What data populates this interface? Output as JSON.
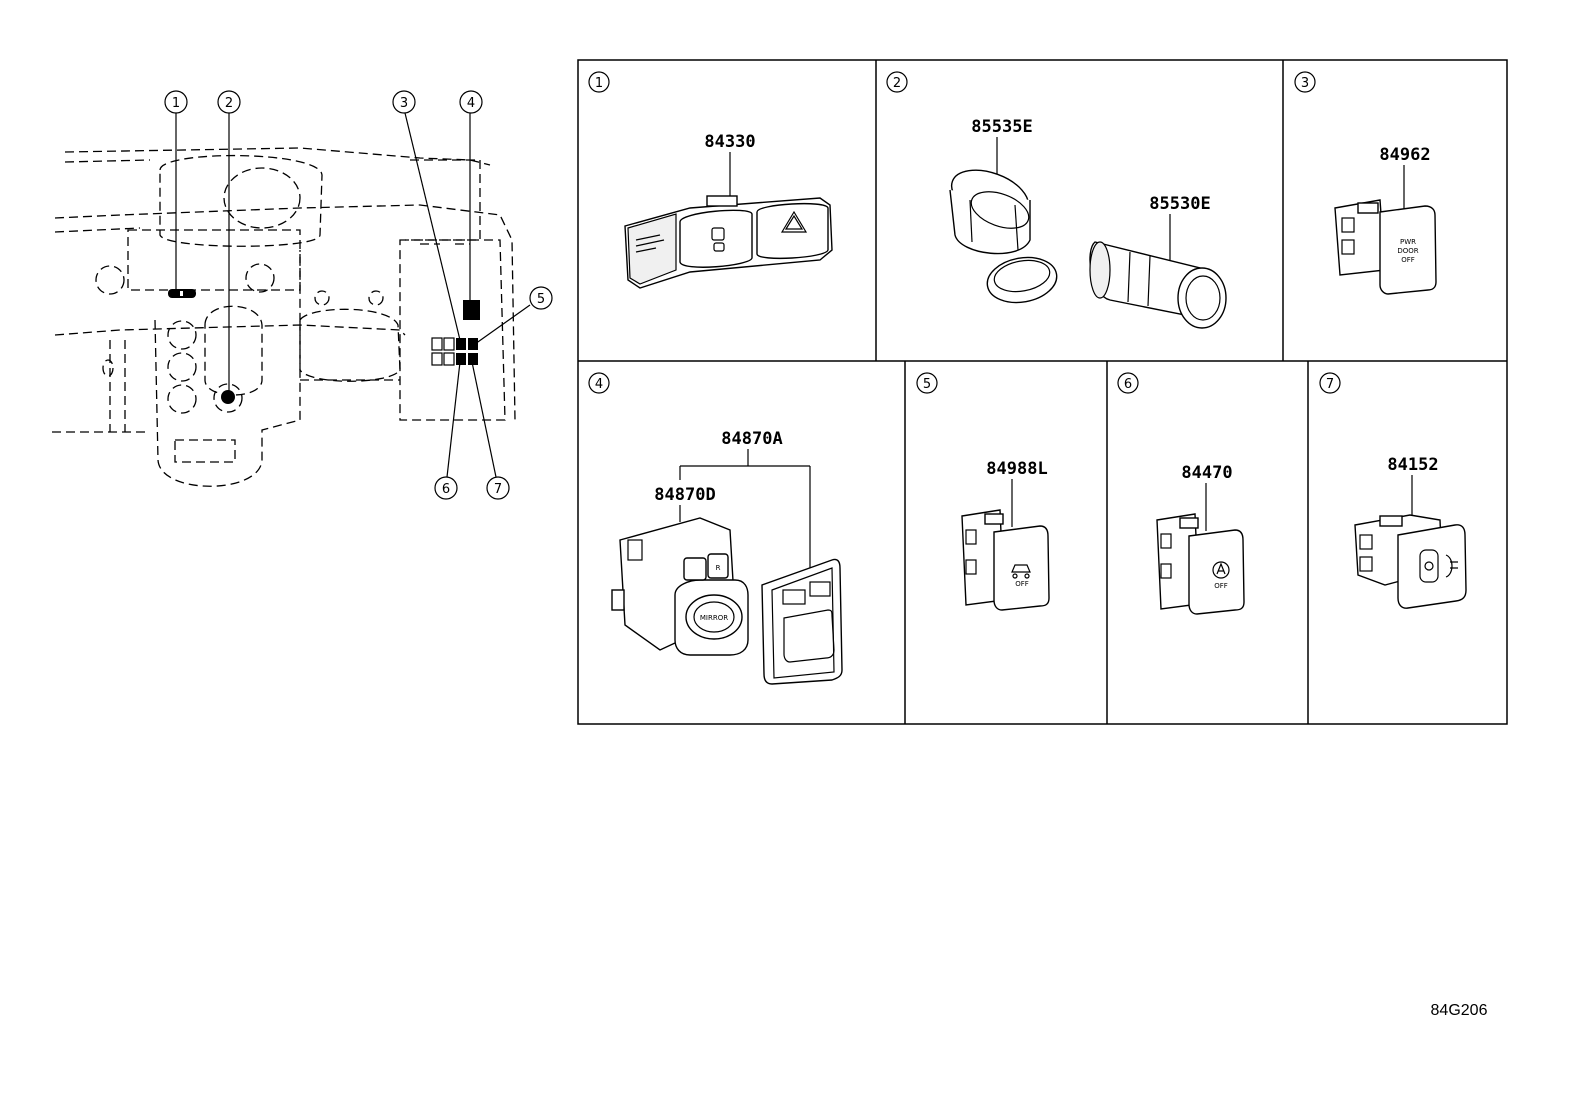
{
  "callout_numbers": [
    "1",
    "2",
    "3",
    "4",
    "5",
    "6",
    "7"
  ],
  "panels": [
    {
      "num": "1",
      "parts": [
        "84330"
      ]
    },
    {
      "num": "2",
      "parts": [
        "85535E",
        "85530E"
      ]
    },
    {
      "num": "3",
      "parts": [
        "84962"
      ]
    },
    {
      "num": "4",
      "parts": [
        "84870A",
        "84870D"
      ]
    },
    {
      "num": "5",
      "parts": [
        "84988L"
      ]
    },
    {
      "num": "6",
      "parts": [
        "84470"
      ]
    },
    {
      "num": "7",
      "parts": [
        "84152"
      ]
    }
  ],
  "switch_text": {
    "mirror": "MIRROR",
    "mirror_r": "R",
    "door_lines": [
      "PWR",
      "DOOR",
      "OFF"
    ],
    "off": "OFF"
  },
  "diagram_code": "84G206"
}
